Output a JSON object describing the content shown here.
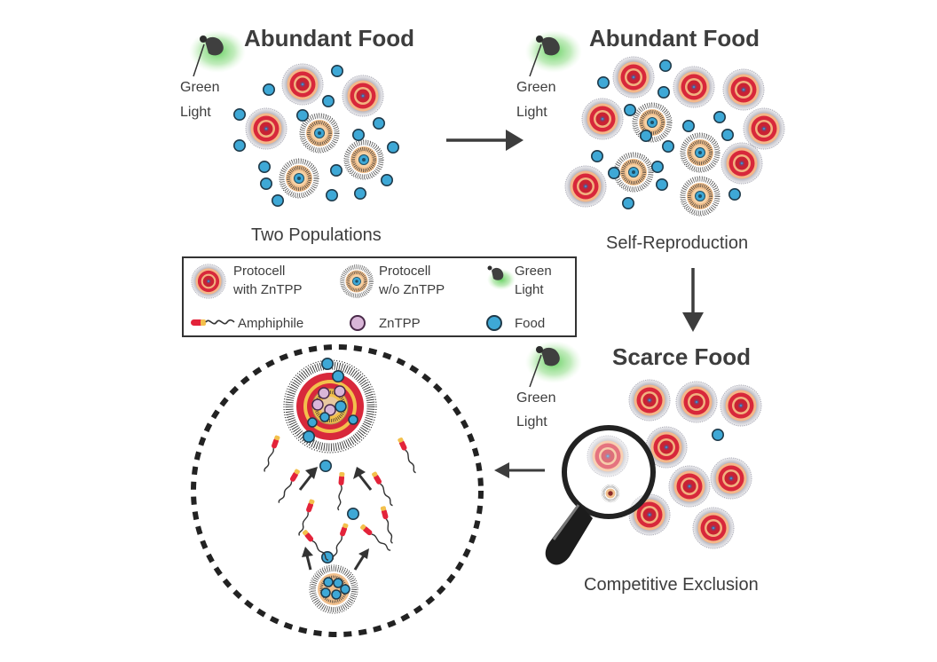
{
  "panels": {
    "top_left": {
      "title": "Abundant Food",
      "light_label_line1": "Green",
      "light_label_line2": "Light",
      "caption": "Two Populations"
    },
    "top_right": {
      "title": "Abundant Food",
      "light_label_line1": "Green",
      "light_label_line2": "Light",
      "caption": "Self-Reproduction"
    },
    "bottom_right": {
      "title": "Scarce Food",
      "light_label_line1": "Green",
      "light_label_line2": "Light",
      "caption": "Competitive Exclusion"
    }
  },
  "legend": {
    "protocell_with_line1": "Protocell",
    "protocell_with_line2": "with ZnTPP",
    "protocell_without_line1": "Protocell",
    "protocell_without_line2": "w/o ZnTPP",
    "green_light_line1": "Green",
    "green_light_line2": "Light",
    "amphiphile": "Amphiphile",
    "zntpp": "ZnTPP",
    "food": "Food"
  },
  "colors": {
    "food": "#3ea8d6",
    "protocell_core": "#d9283a",
    "protocell_ring": "#f2b27f",
    "halo": "#b9b9c2",
    "zntpp": "#d9b6d8",
    "light_glow": "#6fd06a",
    "arrow": "#3d3d3d"
  }
}
